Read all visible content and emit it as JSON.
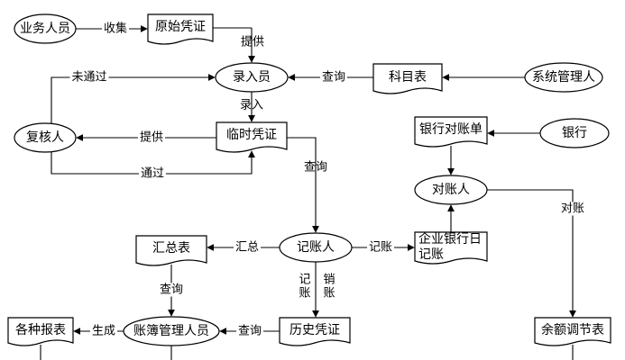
{
  "nodes": {
    "business_staff": "业务人员",
    "original_voucher": "原始凭证",
    "entry_clerk": "录入员",
    "account_table": "科目表",
    "sys_admin": "系统管理人",
    "reviewer": "复核人",
    "temp_voucher": "临时凭证",
    "bank_statement": "银行对账单",
    "bank": "银行",
    "reconciler": "对账人",
    "summary_table": "汇总表",
    "bookkeeper": "记账人",
    "bank_journal": "企业银行日记账",
    "reports": "各种报表",
    "ledger_admin": "账簿管理人员",
    "history_voucher": "历史凭证",
    "balance_table": "余额调节表"
  },
  "edges": {
    "collect": "收集",
    "provide_1": "提供",
    "query_1": "查询",
    "not_passed": "未通过",
    "entry": "录入",
    "provide_2": "提供",
    "passed": "通过",
    "query_2": "查询",
    "reconcile": "对账",
    "summarize": "汇总",
    "post_1": "记账",
    "post_2": "记账",
    "cancel": "销账",
    "query_3": "查询",
    "generate": "生成",
    "query_4": "查询"
  }
}
